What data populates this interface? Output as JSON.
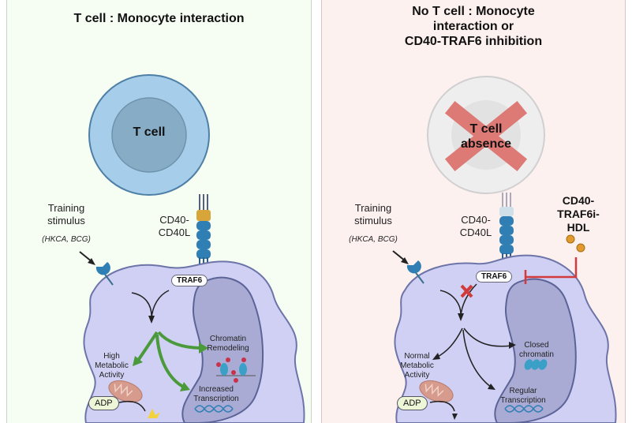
{
  "left_panel": {
    "title": "T cell : Monocyte interaction",
    "t_cell_label": "T cell",
    "receptor_label": "CD40-\nCD40L",
    "receptor_line1": "CD40-",
    "receptor_line2": "CD40L",
    "stimulus_line1": "Training",
    "stimulus_line2": "stimulus",
    "stimulus_examples": "(HKCA, BCG)",
    "traf6_label": "TRAF6",
    "metabolic_line1": "High",
    "metabolic_line2": "Metabolic",
    "metabolic_line3": "Activity",
    "chromatin_line1": "Chromatin",
    "chromatin_line2": "Remodeling",
    "transcription_line1": "Increased",
    "transcription_line2": "Transcription",
    "adp_label": "ADP",
    "arrow_color": "#4a9a3c"
  },
  "right_panel": {
    "title_line1": "No T cell : Monocyte",
    "title_line2": "interaction or",
    "title_line3": "CD40-TRAF6 inhibition",
    "t_cell_line1": "T cell",
    "t_cell_line2": "absence",
    "receptor_line1": "CD40-",
    "receptor_line2": "CD40L",
    "stimulus_line1": "Training",
    "stimulus_line2": "stimulus",
    "stimulus_examples": "(HKCA, BCG)",
    "inhibitor_line1": "CD40-",
    "inhibitor_line2": "TRAF6i-",
    "inhibitor_line3": "HDL",
    "traf6_label": "TRAF6",
    "metabolic_line1": "Normal",
    "metabolic_line2": "Metabolic",
    "metabolic_line3": "Activity",
    "chromatin_line1": "Closed",
    "chromatin_line2": "chromatin",
    "transcription_line1": "Regular",
    "transcription_line2": "Transcription",
    "adp_label": "ADP",
    "inhibition_color": "#d23b3b"
  }
}
